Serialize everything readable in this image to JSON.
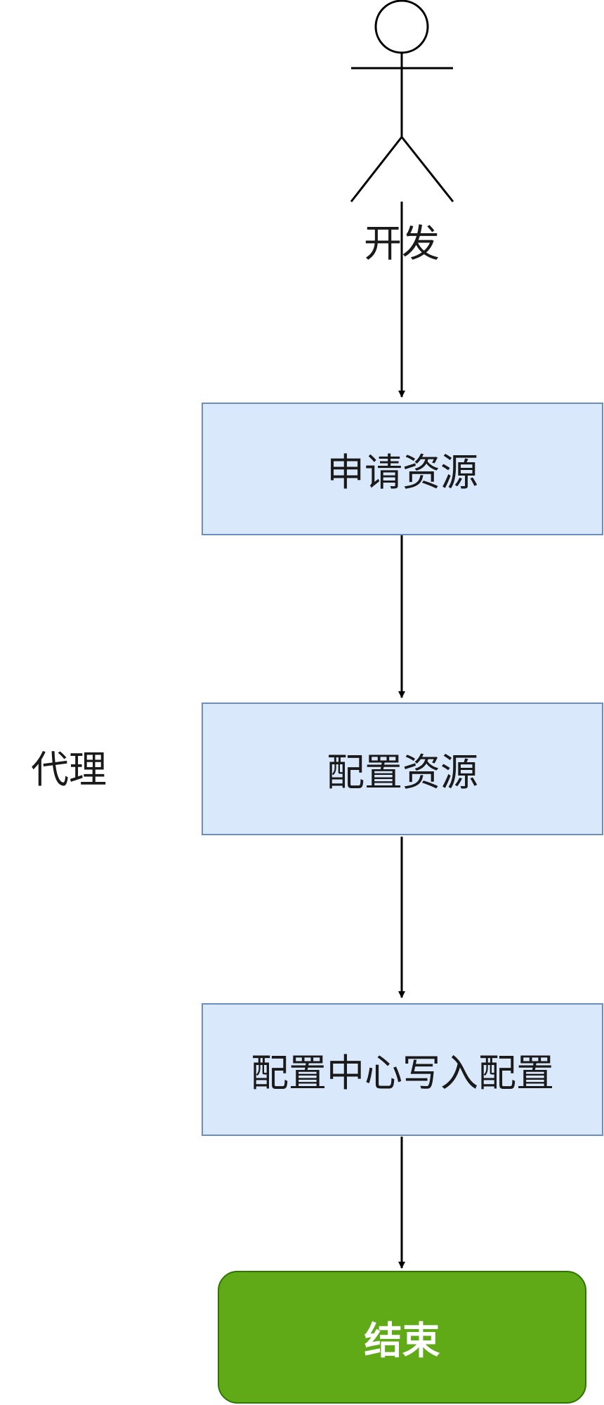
{
  "actor": {
    "label": "开发"
  },
  "lane": {
    "label": "代理"
  },
  "steps": [
    {
      "label": "申请资源"
    },
    {
      "label": "配置资源"
    },
    {
      "label": "配置中心写入配置"
    }
  ],
  "end": {
    "label": "结束"
  },
  "colors": {
    "step_fill": "#dae8fc",
    "step_border": "#6c8ebf",
    "end_fill": "#60a917",
    "end_border": "#2d7600",
    "line": "#000000"
  }
}
